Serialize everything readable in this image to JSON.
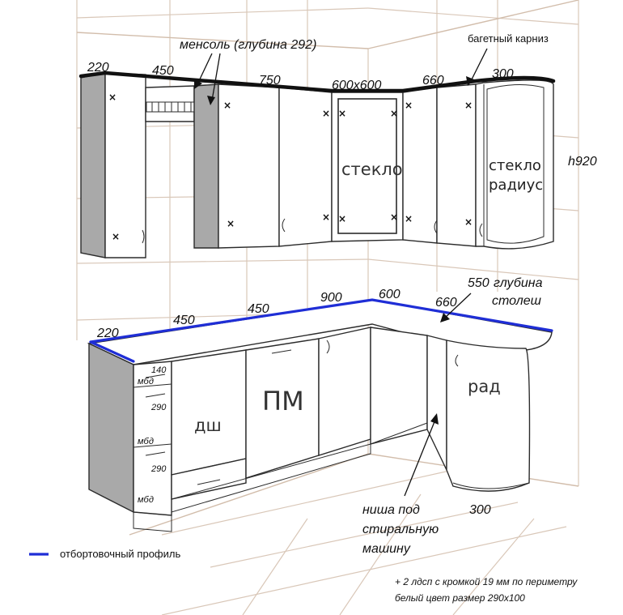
{
  "dimensions": {
    "upper_220": "220",
    "upper_450": "450",
    "upper_750": "750",
    "upper_600x600": "600x600",
    "upper_660": "660",
    "upper_300": "300",
    "height": "h920",
    "lower_220": "220",
    "lower_450a": "450",
    "lower_450b": "450",
    "lower_900": "900",
    "lower_600": "600",
    "lower_550": "550",
    "lower_660": "660",
    "bottom_300": "300",
    "drawer_140": "140",
    "drawer_290a": "290",
    "drawer_290b": "290"
  },
  "labels": {
    "mensole": "менсоль (глубина 292)",
    "cornice": "багетный карниз",
    "glass": "стекло",
    "glass_radius_1": "стекло",
    "glass_radius_2": "радиус",
    "depth_1": "глубина",
    "depth_2": "столеш",
    "dishwasher": "дш",
    "oven": "ПМ",
    "radius": "рад",
    "mbd_1": "мбд",
    "mbd_2": "мбд",
    "mbd_3": "мбд",
    "niche_1": "ниша под",
    "niche_2": "стиральную",
    "niche_3": "машину"
  },
  "legend": {
    "text": "отбортовочный профиль",
    "color": "#1f2ed6"
  },
  "notes": {
    "line1": "+ 2 лдсп с кромкой 19 мм по периметру",
    "line2": "белый цвет размер 290х100"
  },
  "colors": {
    "profile_blue": "#1f2ed6",
    "side_panel": "#a9a9a9",
    "grid": "#d9c7b8"
  }
}
